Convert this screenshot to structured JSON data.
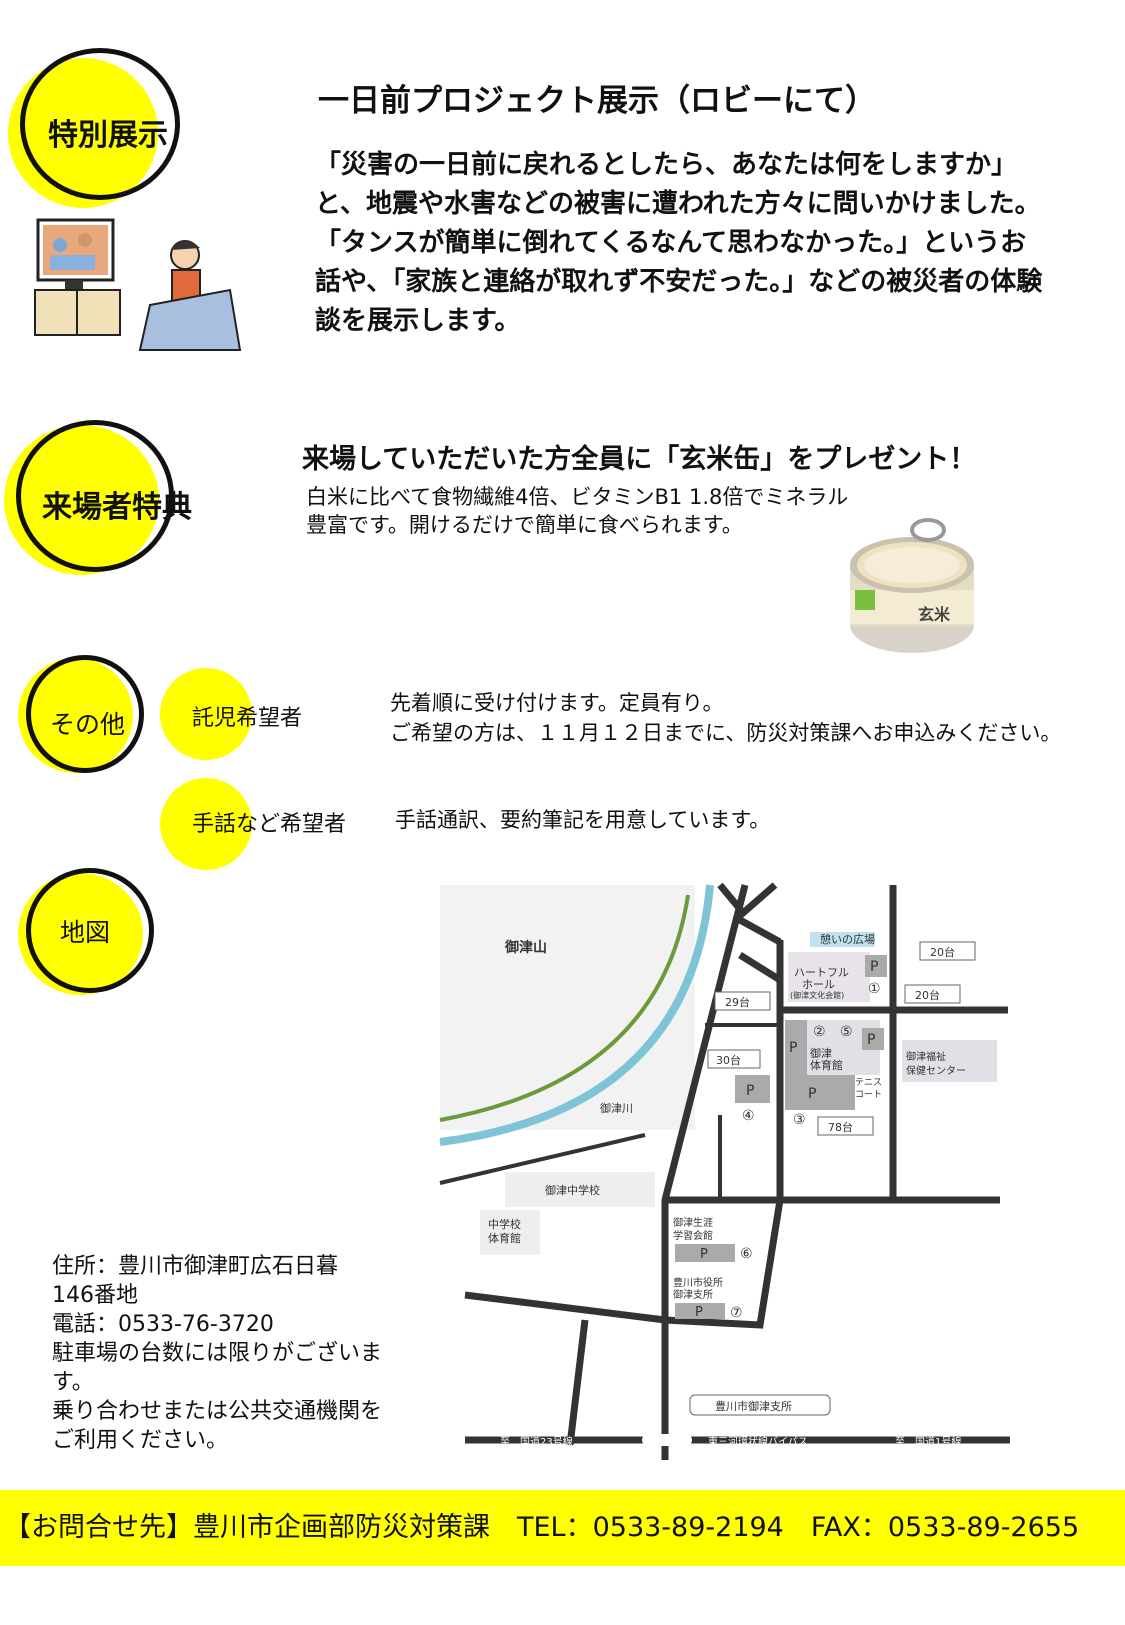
{
  "sections": {
    "special": {
      "badge": "特別展示",
      "title": "一日前プロジェクト展示（ロビーにて）",
      "body": "「災害の一日前に戻れるとしたら、あなたは何をしますか」と、地震や水害などの被害に遭われた方々に問いかけました。「タンスが簡単に倒れてくるなんて思わなかった。」というお話や、「家族と連絡が取れず不安だった。」などの被災者の体験談を展示します。"
    },
    "visitor": {
      "badge": "来場者特典",
      "title": "来場していただいた方全員に「玄米缶」をプレゼント！",
      "body_lines": [
        "白米に比べて食物繊維4倍、ビタミンB1 1.8倍でミネラル",
        "豊富です。開けるだけで簡単に食べられます。"
      ],
      "can_label": "玄米"
    },
    "other": {
      "badge": "その他",
      "items": [
        {
          "label": "託児希望者",
          "lines": [
            "先着順に受け付けます。定員有り。",
            "ご希望の方は、１１月１２日までに、防災対策課へお申込みください。"
          ]
        },
        {
          "label": "手話など希望者",
          "lines": [
            "手話通訳、要約筆記を用意しています。"
          ]
        }
      ]
    },
    "map": {
      "badge": "地図",
      "labels": {
        "mountain": "御津山",
        "river": "御津川",
        "plaza": "憩いの広場",
        "hall1": "ハートフル",
        "hall2": "ホール",
        "hall3": "(御津文化会館)",
        "gym1": "御津",
        "gym2": "体育館",
        "welfare1": "御津福祉",
        "welfare2": "保健センター",
        "tennis1": "テニス",
        "tennis2": "コート",
        "school": "御津中学校",
        "schoolgym1": "中学校",
        "schoolgym2": "体育館",
        "learning1": "御津生涯",
        "learning2": "学習会館",
        "office1": "豊川市役所",
        "office2": "御津支所",
        "office_callout": "豊川市御津支所",
        "route_left": "至　国道23号線",
        "route_mid": "東三河環状線バイパス",
        "route_right": "至　国道1号線",
        "parking": "P",
        "cap1": "20台",
        "cap5": "20台",
        "cap2": "29台",
        "cap4": "30台",
        "cap3": "78台",
        "n1": "①",
        "n2": "②",
        "n3": "③",
        "n4": "④",
        "n5": "⑤",
        "n6": "⑥",
        "n7": "⑦"
      }
    },
    "address": {
      "lines": [
        "住所：豊川市御津町広石日暮",
        "146番地",
        "電話：0533-76-3720",
        "駐車場の台数には限りがございます。",
        "乗り合わせまたは公共交通機関をご利用ください。"
      ]
    }
  },
  "footer": "【お問合せ先】豊川市企画部防災対策課　TEL：0533-89-2194　FAX：0533-89-2655",
  "colors": {
    "accent": "#ffff00",
    "river": "#7fc4d6",
    "green": "#6a9a3a",
    "road": "#333333"
  }
}
